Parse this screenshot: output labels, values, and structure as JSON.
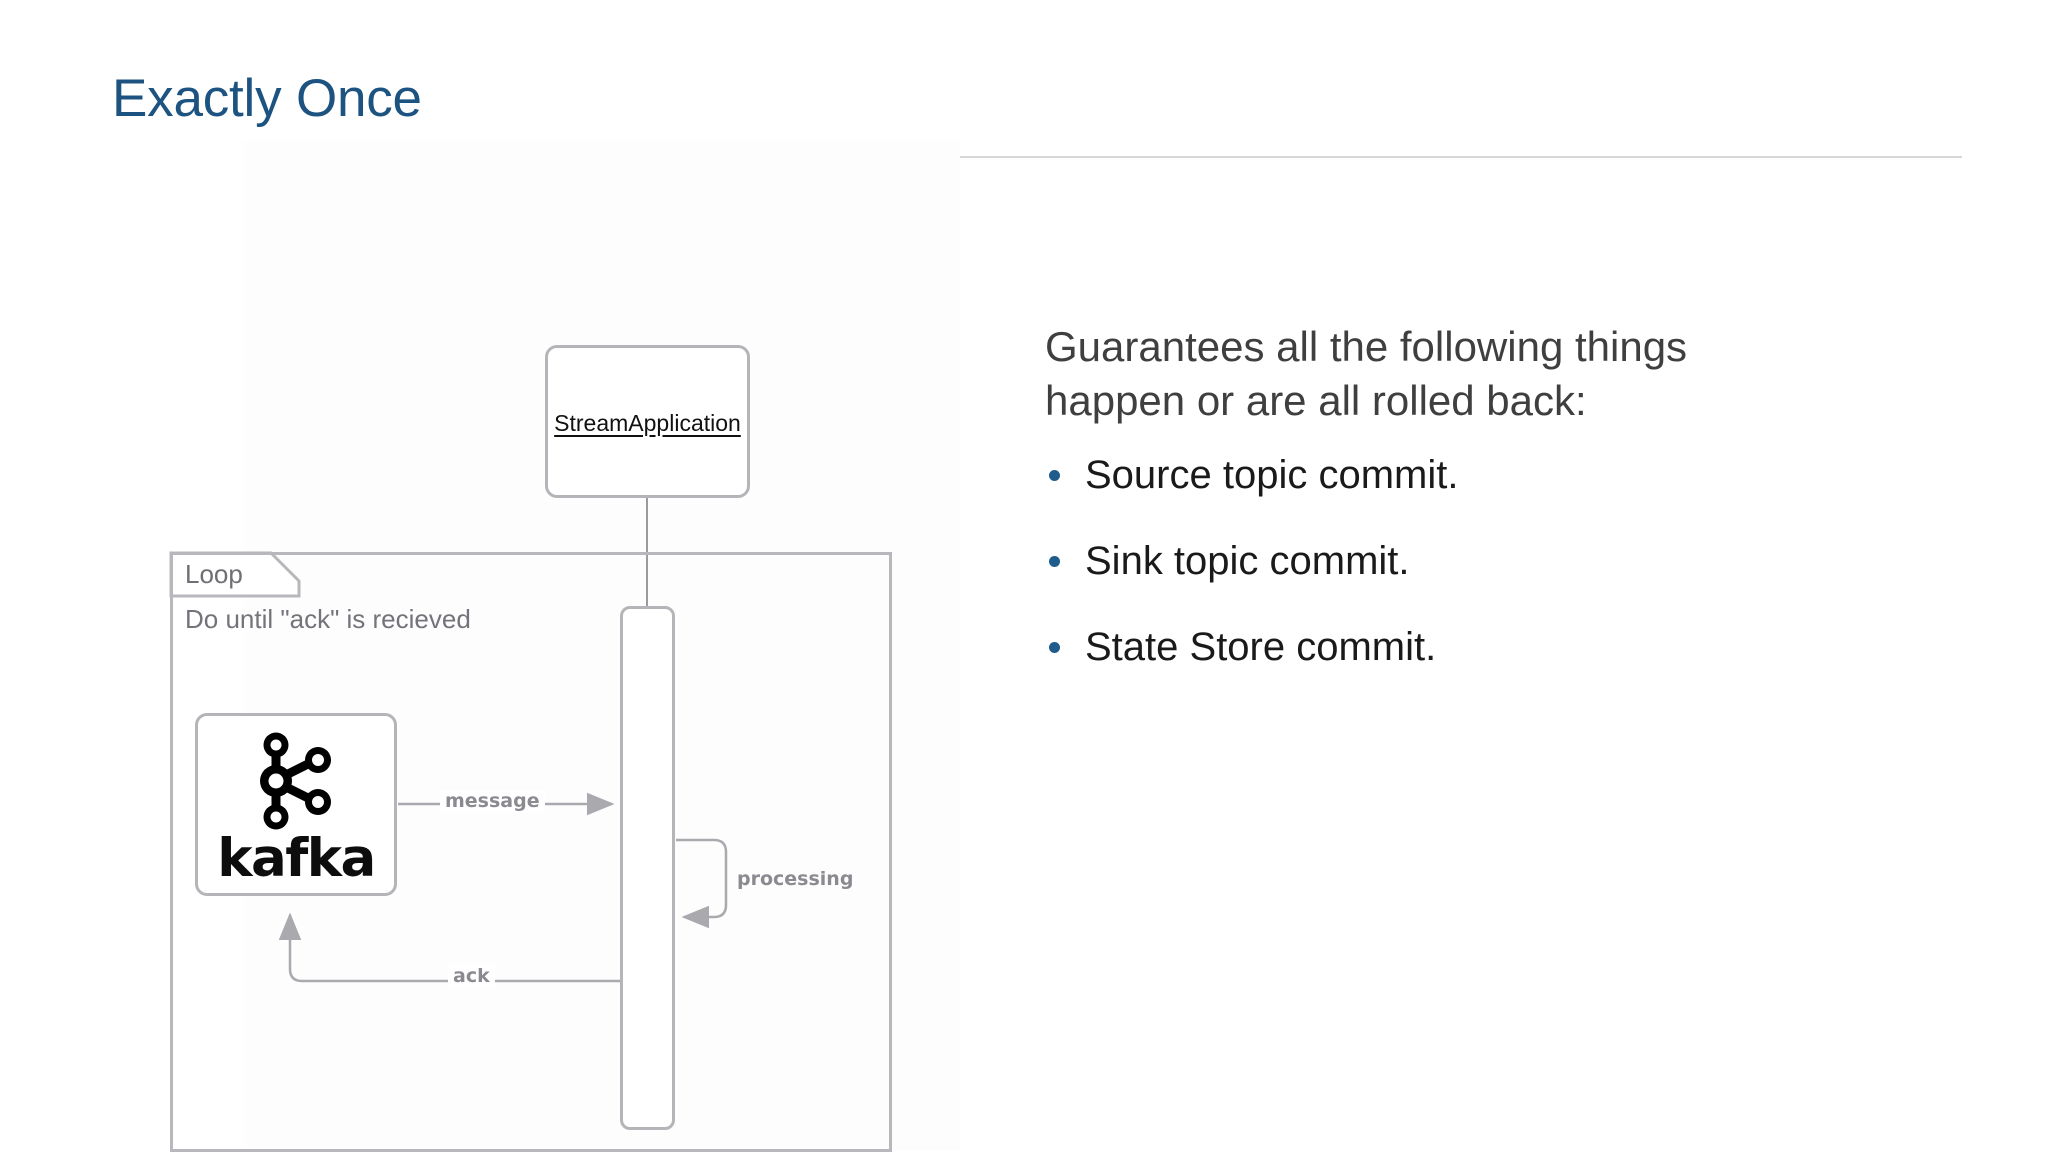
{
  "slide": {
    "title": "Exactly Once",
    "title_color": "#1C5380",
    "background": "#ffffff"
  },
  "diagram": {
    "type": "uml-sequence-diagram",
    "actor": {
      "name": "StreamApplication",
      "label": "StreamApplication"
    },
    "participant": {
      "name": "kafka",
      "wordmark": "kafka",
      "logo": "kafka-logo"
    },
    "loop_frame": {
      "tab_label": "Loop",
      "condition": "Do until \"ack\" is recieved"
    },
    "messages": [
      {
        "label": "message",
        "from": "kafka",
        "to": "StreamApplication",
        "direction": "right"
      },
      {
        "label": "processing",
        "from": "StreamApplication",
        "to": "StreamApplication",
        "direction": "self"
      },
      {
        "label": "ack",
        "from": "StreamApplication",
        "to": "kafka",
        "direction": "left"
      }
    ],
    "stroke_color": "#b5b5b9",
    "label_color": "#8a8a90"
  },
  "content": {
    "intro": "Guarantees all the following things happen or are all rolled back:",
    "bullets": [
      {
        "text": "Source topic commit."
      },
      {
        "text": "Sink topic commit."
      },
      {
        "text": "State Store commit."
      }
    ],
    "bullet_color": "#1F5C8B"
  }
}
